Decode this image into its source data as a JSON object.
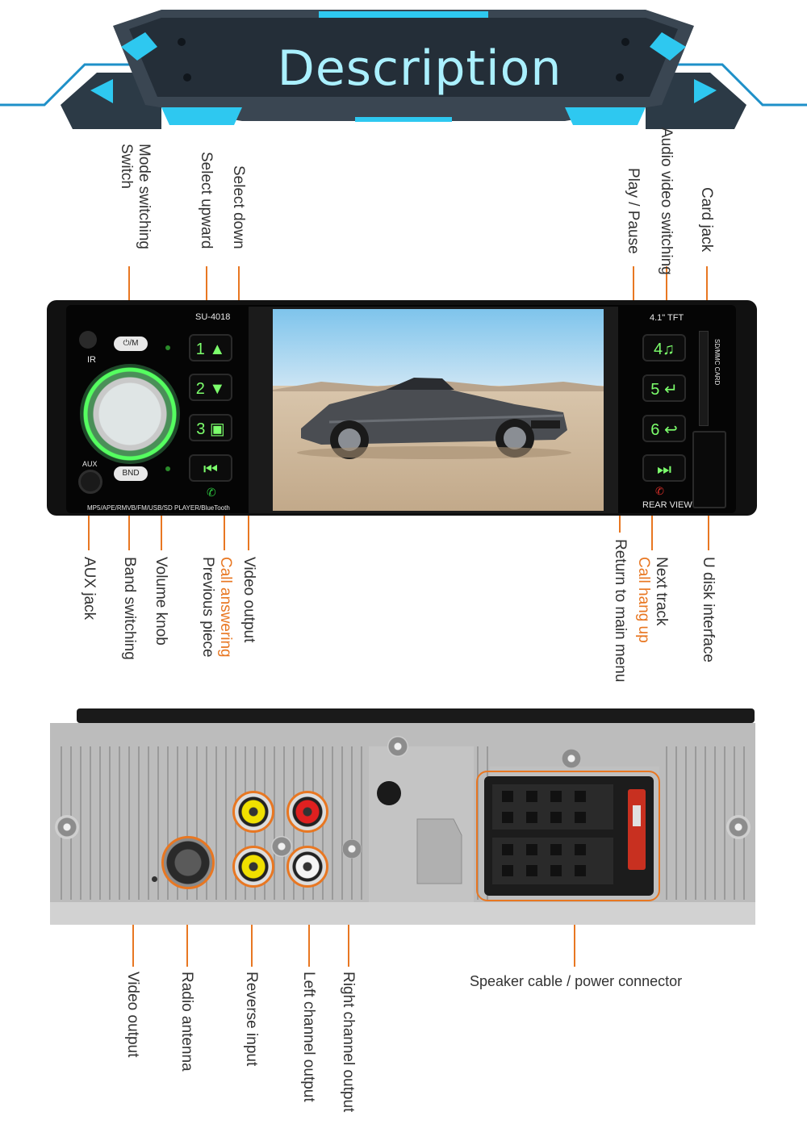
{
  "header": {
    "title": "Description"
  },
  "front_panel": {
    "model": "SU-4018",
    "screen_size": "4.1\" TFT",
    "features": "MP5/APE/RMVB/FM/USB/SD PLAYER/BlueTooth",
    "rear_view": "REAR VIEW",
    "aux": "AUX",
    "mode_button": "⏻/M",
    "band_button": "BND",
    "ir": "IR",
    "card_slot": "SD/MMC CARD",
    "buttons": [
      {
        "label": "1 ▲"
      },
      {
        "label": "2 ▼"
      },
      {
        "label": "3 ▣"
      },
      {
        "label": "⏮"
      },
      {
        "label": "4♫"
      },
      {
        "label": "5 ↵"
      },
      {
        "label": "6 ↩"
      },
      {
        "label": "⏭"
      }
    ]
  },
  "front_labels_top": {
    "mode_switching": "Mode switching\nSwitch",
    "mode_switching_line1": "Mode switching",
    "mode_switching_line2": "Switch",
    "select_upward": "Select upward",
    "select_down": "Select down",
    "play_pause": "Play / Pause",
    "audio_video_switching": "Audio video switching",
    "card_jack": "Card jack"
  },
  "front_labels_bottom": {
    "aux_jack": "AUX jack",
    "band_switching": "Band switching",
    "volume_knob": "Volume knob",
    "previous_piece": "Previous piece",
    "call_answering": "Call answering",
    "video_output": "Video output",
    "return_main_menu": "Return to main menu",
    "call_hang_up": "Call hang up",
    "next_track": "Next track",
    "u_disk_interface": "U disk interface"
  },
  "rear_labels": {
    "video_output": "Video output",
    "radio_antenna": "Radio antenna",
    "reverse_input": "Reverse input",
    "left_channel_output": "Left channel output",
    "right_channel_output": "Right channel output",
    "speaker_power": "Speaker cable / power connector"
  },
  "colors": {
    "accent": "#e87722",
    "banner_blue": "#2ec8f0",
    "button_green": "#7cff6c",
    "title_text": "#aaf0ff"
  }
}
